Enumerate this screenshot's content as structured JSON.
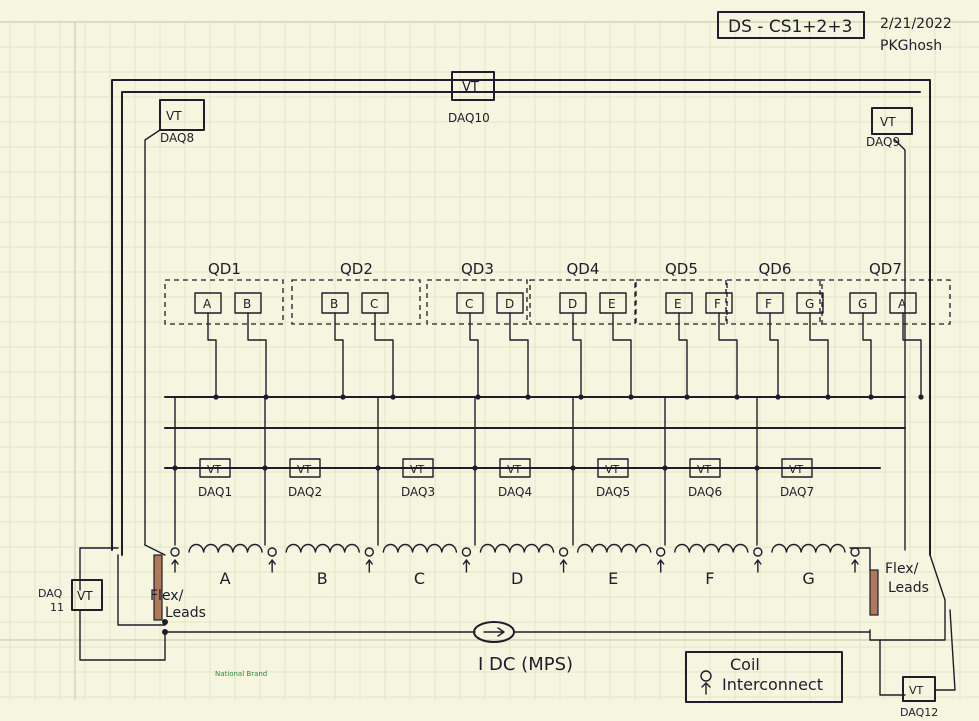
{
  "header": {
    "sheet_id": "DS - CS1+2+3",
    "date": "2/21/2022",
    "author": "PKGhosh"
  },
  "vt_label": "VT",
  "daq_top": [
    "DAQ8",
    "DAQ10",
    "DAQ9"
  ],
  "daq_right_bottom": "DAQ12",
  "daq_left": [
    "DAQ",
    "11"
  ],
  "qd_groups": [
    {
      "label": "QD1",
      "boxes": [
        "A",
        "B"
      ]
    },
    {
      "label": "QD2",
      "boxes": [
        "B",
        "C"
      ]
    },
    {
      "label": "QD3",
      "boxes": [
        "C",
        "D"
      ]
    },
    {
      "label": "QD4",
      "boxes": [
        "D",
        "E"
      ]
    },
    {
      "label": "QD5",
      "boxes": [
        "E",
        "F"
      ]
    },
    {
      "label": "QD6",
      "boxes": [
        "F",
        "G"
      ]
    },
    {
      "label": "QD7",
      "boxes": [
        "G",
        "A"
      ]
    }
  ],
  "daq_row": [
    "DAQ1",
    "DAQ2",
    "DAQ3",
    "DAQ4",
    "DAQ5",
    "DAQ6",
    "DAQ7"
  ],
  "coils": [
    "A",
    "B",
    "C",
    "D",
    "E",
    "F",
    "G"
  ],
  "flex_left": [
    "Flex/",
    "Leads"
  ],
  "flex_right": [
    "Flex/",
    "Leads"
  ],
  "source": "I DC (MPS)",
  "legend": [
    "Coil",
    "Interconnect"
  ],
  "paper_brand": "National Brand"
}
